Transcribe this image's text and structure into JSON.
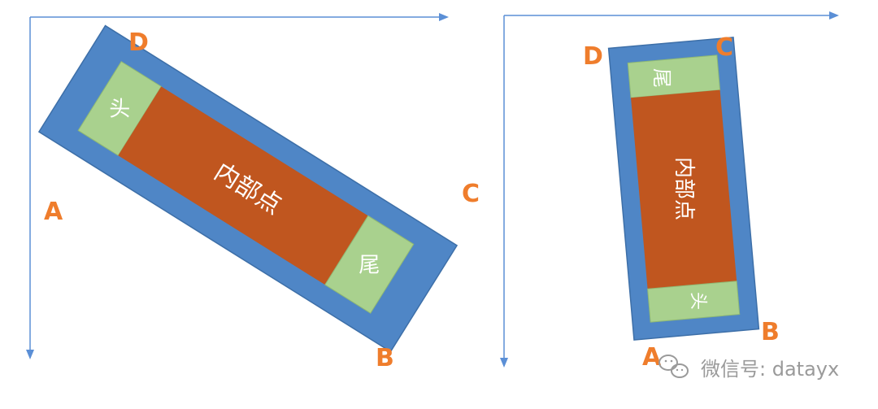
{
  "colors": {
    "axis": "#5b8fd6",
    "outer": "#4f86c6",
    "outer_stroke": "#3d6fa8",
    "cell": "#a9d18e",
    "core": "#c0561f",
    "corner_label": "#ef7d2c",
    "watermark": "#9a9a9a"
  },
  "left": {
    "corners": {
      "a": "A",
      "b": "B",
      "c": "C",
      "d": "D"
    },
    "head": "头",
    "core": "内部点",
    "tail": "尾"
  },
  "right": {
    "corners": {
      "a": "A",
      "b": "B",
      "c": "C",
      "d": "D"
    },
    "head": "头",
    "core": "内部点",
    "tail": "尾"
  },
  "watermark": {
    "icon": "wechat-icon",
    "text": "微信号: datayx"
  }
}
